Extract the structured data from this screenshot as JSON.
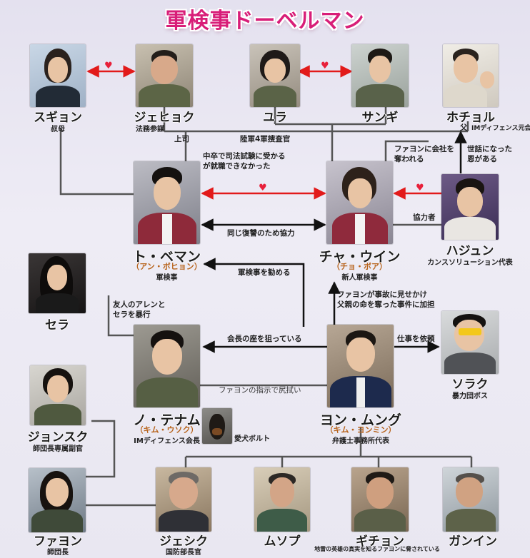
{
  "title": "軍検事ドーベルマン",
  "colors": {
    "title": "#d81e78",
    "heart": "#e8203a",
    "actor": "#b8641c",
    "line": "#555555"
  },
  "characters": {
    "sugyon": {
      "name": "スギョン",
      "sub": "叔母"
    },
    "jehyok": {
      "name": "ジェヒョク",
      "sub": "法務参謀"
    },
    "yura": {
      "name": "ユラ"
    },
    "sangi": {
      "name": "サンギ"
    },
    "hochol": {
      "name": "ホチョル",
      "sub": "IMディフェンス元会長"
    },
    "doberman": {
      "name": "ト・ベマン",
      "actor": "（アン・ボヒョン）",
      "sub": "軍検事"
    },
    "chawin": {
      "name": "チャ・ウイン",
      "actor": "（チョ・ボア）",
      "sub": "新人軍検事"
    },
    "hajun": {
      "name": "ハジュン",
      "sub": "カンスソリューション代表"
    },
    "sera": {
      "name": "セラ"
    },
    "notenam": {
      "name": "ノ・テナム",
      "actor": "（キム・ウソク）",
      "sub": "IMディフェンス会長"
    },
    "dog": {
      "name": "愛犬ボルト"
    },
    "yonmungu": {
      "name": "ヨン・ムング",
      "actor": "（キム・ヨンミン）",
      "sub": "弁護士事務所代表"
    },
    "sorak": {
      "name": "ソラク",
      "sub": "暴力団ボス"
    },
    "jonsuku": {
      "name": "ジョンスク",
      "sub": "師団長専属副官"
    },
    "fayon": {
      "name": "ファヨン",
      "sub": "師団長"
    },
    "jeshik": {
      "name": "ジェシク",
      "sub": "国防部長官"
    },
    "musop": {
      "name": "ムソプ"
    },
    "gichon": {
      "name": "ギチョン",
      "sub": "地雷の英雄の真実を知るファヨンに脅されている"
    },
    "gangin": {
      "name": "ガンイン"
    }
  },
  "relations": {
    "joushi": "上司",
    "rikugun": "陸軍4軍捜査官",
    "chichi": "父",
    "chusotsu1": "中卒で司法試験に受かる",
    "chusotsu2": "が就職できなかった",
    "ubawareru1": "ファヨンに会社を",
    "ubawareru2": "奪われる",
    "sewa1": "世話になった",
    "sewa2": "恩がある",
    "kyouryokusha": "協力者",
    "fukushu": "同じ復讐のため協力",
    "susumeru": "軍検事を勧める",
    "jiko1": "ファヨンが事故に見せかけ",
    "jiko2": "父親の命を奪った事件に加担",
    "bokou1": "友人のアレンと",
    "bokou2": "セラを暴行",
    "kaichou": "会長の座を狙っている",
    "irai": "仕事を依頼",
    "shirinugui": "ファヨンの指示で尻拭い"
  },
  "hearts": [
    "♥",
    "♥",
    "♥",
    "♥"
  ]
}
